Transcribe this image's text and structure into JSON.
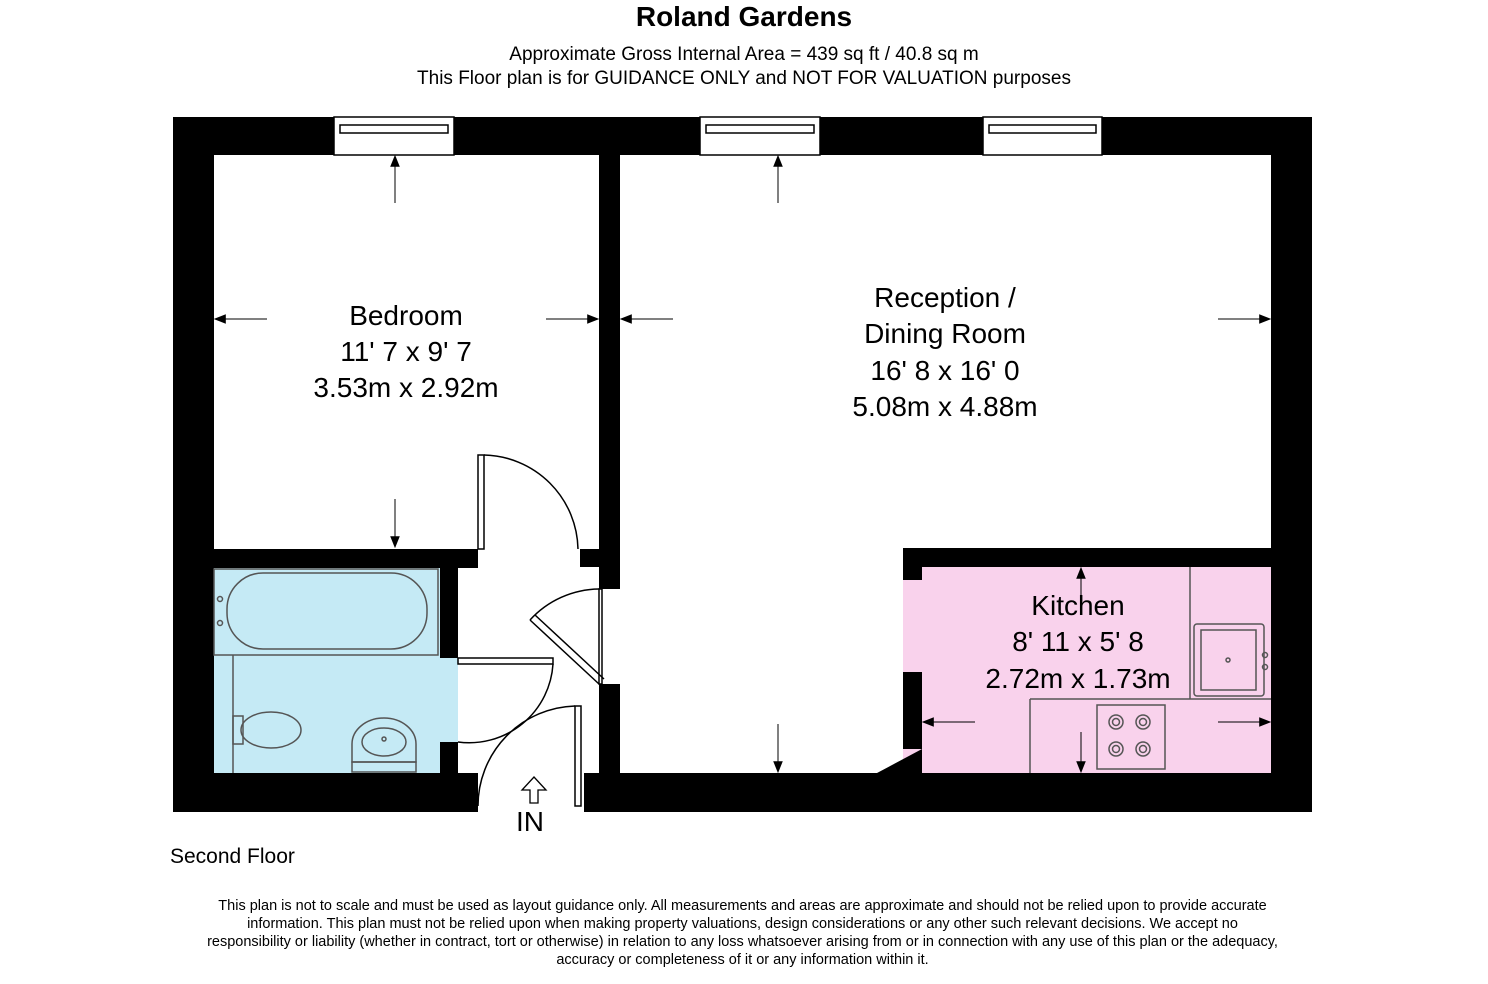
{
  "header": {
    "title": "Roland Gardens",
    "area_line": "Approximate Gross Internal Area = 439 sq ft / 40.8 sq m",
    "guidance_line": "This Floor plan is for GUIDANCE ONLY and NOT FOR VALUATION purposes"
  },
  "rooms": {
    "bedroom": {
      "name": "Bedroom",
      "imperial": "11' 7 x 9' 7",
      "metric": "3.53m x 2.92m"
    },
    "reception": {
      "name_line1": "Reception /",
      "name_line2": "Dining Room",
      "imperial": "16' 8 x 16' 0",
      "metric": "5.08m x 4.88m"
    },
    "kitchen": {
      "name": "Kitchen",
      "imperial": "8' 11 x 5' 8",
      "metric": "2.72m x 1.73m"
    }
  },
  "entrance_label": "IN",
  "floor_label": "Second Floor",
  "disclaimer": "This plan is not to scale and must be used as layout guidance only. All measurements and areas are approximate and should not be relied upon to provide accurate information. This plan must not be relied upon when making property valuations, design considerations or any other such relevant decisions. We accept no responsibility or liability (whether in contract, tort or otherwise) in relation to any loss whatsoever arising from or in connection with any use of this plan or the adequacy, accuracy or completeness of it or any information within it.",
  "colors": {
    "wall": "#000000",
    "bathroom_fill": "#c5eaf5",
    "kitchen_fill": "#f9d2ec"
  }
}
